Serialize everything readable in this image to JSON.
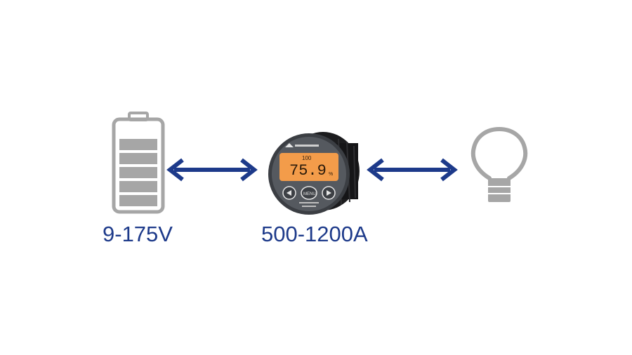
{
  "battery": {
    "voltage_label": "9-175V",
    "icon": "battery-icon",
    "charge_bars": 5
  },
  "monitor": {
    "current_label": "500-1200A",
    "icon": "battery-monitor-device",
    "display_top": "100",
    "display_reading": "75.9",
    "display_unit": "%",
    "menu_label": "MENU"
  },
  "load": {
    "icon": "light-bulb-icon"
  },
  "colors": {
    "arrow": "#1d3a8a",
    "label": "#1d3a8a",
    "icon_gray": "#a6a6a6",
    "display": "#f39c4a",
    "bezel": "#4a4d52"
  }
}
